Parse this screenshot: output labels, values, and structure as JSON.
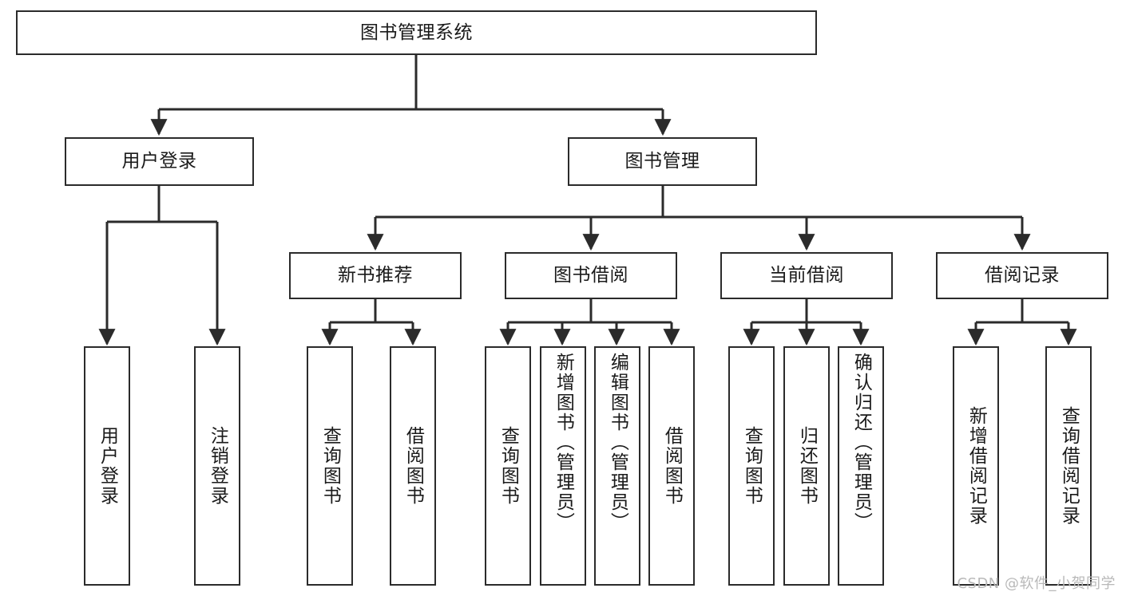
{
  "diagram": {
    "title": "图书管理系统",
    "type": "tree-structure-chart",
    "root": {
      "id": "root",
      "label": "图书管理系统"
    },
    "level2": [
      {
        "id": "user-login",
        "label": "用户登录"
      },
      {
        "id": "book-manage",
        "label": "图书管理"
      }
    ],
    "level3": [
      {
        "id": "new-book-rec",
        "label": "新书推荐",
        "parent": "book-manage"
      },
      {
        "id": "book-borrow",
        "label": "图书借阅",
        "parent": "book-manage"
      },
      {
        "id": "current-borrow",
        "label": "当前借阅",
        "parent": "book-manage"
      },
      {
        "id": "borrow-record",
        "label": "借阅记录",
        "parent": "book-manage"
      }
    ],
    "leaves": [
      {
        "id": "leaf-user-login",
        "label": "用户登录",
        "parent": "user-login"
      },
      {
        "id": "leaf-logout",
        "label": "注销登录",
        "parent": "user-login"
      },
      {
        "id": "leaf-query-book-1",
        "label": "查询图书",
        "parent": "new-book-rec"
      },
      {
        "id": "leaf-borrow-book-1",
        "label": "借阅图书",
        "parent": "new-book-rec"
      },
      {
        "id": "leaf-query-book-2",
        "label": "查询图书",
        "parent": "book-borrow"
      },
      {
        "id": "leaf-add-book",
        "label": "新增图书（管理员）",
        "parent": "book-borrow"
      },
      {
        "id": "leaf-edit-book",
        "label": "编辑图书（管理员）",
        "parent": "book-borrow"
      },
      {
        "id": "leaf-borrow-book-2",
        "label": "借阅图书",
        "parent": "book-borrow"
      },
      {
        "id": "leaf-query-book-3",
        "label": "查询图书",
        "parent": "current-borrow"
      },
      {
        "id": "leaf-return-book",
        "label": "归还图书",
        "parent": "current-borrow"
      },
      {
        "id": "leaf-confirm-return",
        "label": "确认归还（管理员）",
        "parent": "current-borrow"
      },
      {
        "id": "leaf-add-record",
        "label": "新增借阅记录",
        "parent": "borrow-record"
      },
      {
        "id": "leaf-query-record",
        "label": "查询借阅记录",
        "parent": "borrow-record"
      }
    ],
    "watermark": "CSDN @软件_小贺同学",
    "colors": {
      "stroke": "#2b2b2b",
      "fill": "#ffffff",
      "text": "#1a1a1a",
      "watermark": "#b9b9b9"
    }
  }
}
